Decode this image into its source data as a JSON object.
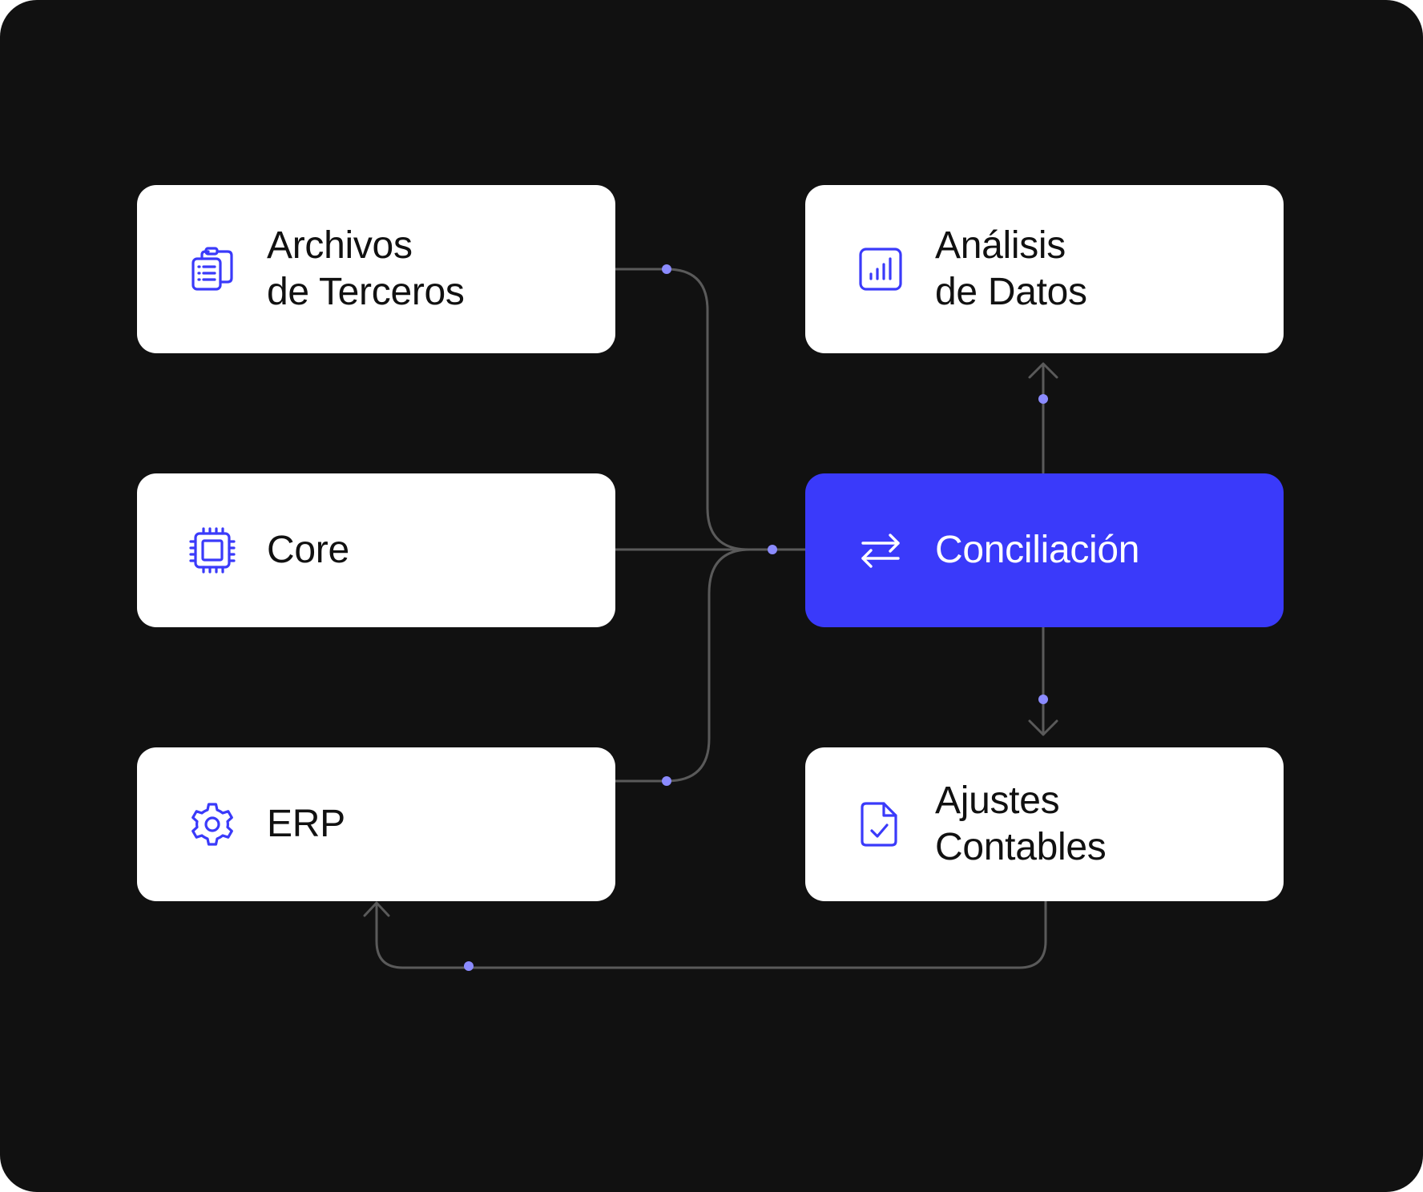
{
  "colors": {
    "panel_bg": "#111111",
    "node_bg": "#ffffff",
    "node_text": "#111111",
    "accent": "#3a3afa",
    "active_text": "#ffffff",
    "line": "#5a5a5a",
    "dot": "#8b8bff"
  },
  "nodes": {
    "archivos": {
      "line1": "Archivos",
      "line2": "de Terceros",
      "icon": "clipboard-list-icon"
    },
    "core": {
      "line1": "Core",
      "icon": "cpu-chip-icon"
    },
    "erp": {
      "line1": "ERP",
      "icon": "gear-icon"
    },
    "analisis": {
      "line1": "Análisis",
      "line2": "de Datos",
      "icon": "bar-chart-icon"
    },
    "conciliacion": {
      "line1": "Conciliación",
      "icon": "swap-arrows-icon"
    },
    "ajustes": {
      "line1": "Ajustes",
      "line2": "Contables",
      "icon": "file-check-icon"
    }
  }
}
